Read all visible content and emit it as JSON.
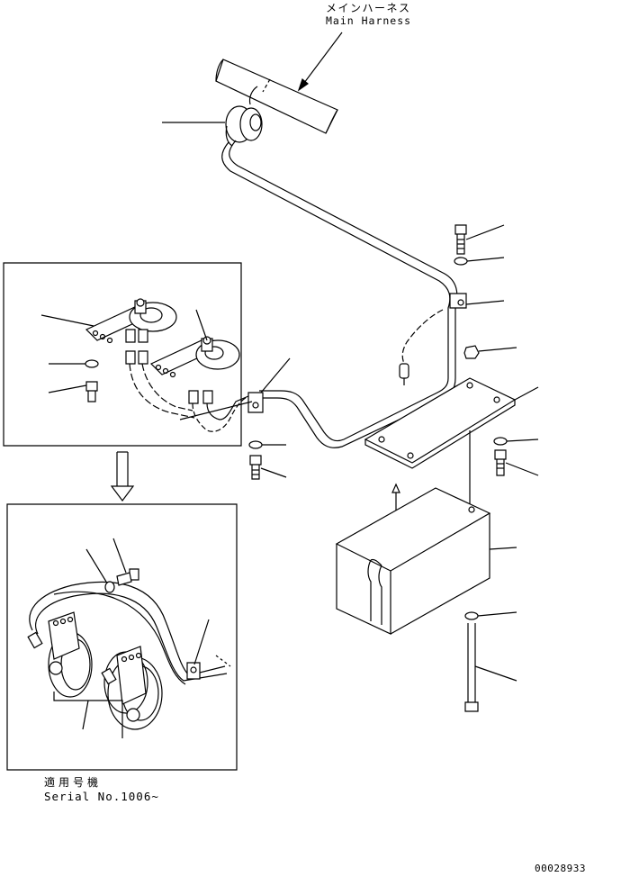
{
  "labels": {
    "main_harness_jp": "メインハーネス",
    "main_harness_en": "Main Harness",
    "serial_jp": "適用号機",
    "serial_en": "Serial No.1006~",
    "drawing_number": "00028933"
  },
  "colors": {
    "line": "#000000",
    "background": "#ffffff"
  }
}
